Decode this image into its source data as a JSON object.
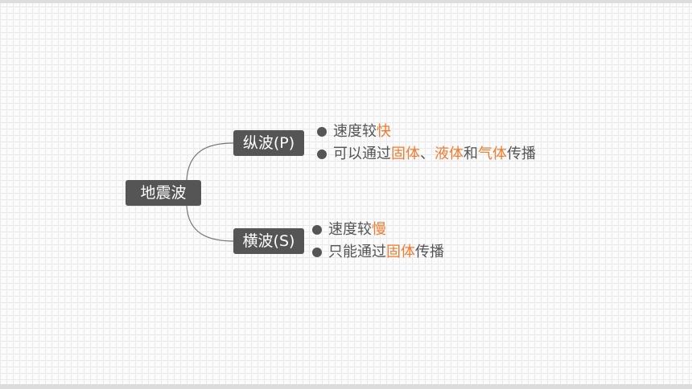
{
  "root": {
    "label": "地震波"
  },
  "branches": [
    {
      "label": "纵波(P)",
      "items": [
        [
          {
            "t": "速度较"
          },
          {
            "t": "快",
            "hl": true
          }
        ],
        [
          {
            "t": "可以通过"
          },
          {
            "t": "固体",
            "hl": true
          },
          {
            "t": "、"
          },
          {
            "t": "液体",
            "hl": true
          },
          {
            "t": "和"
          },
          {
            "t": "气体",
            "hl": true
          },
          {
            "t": "传播"
          }
        ]
      ]
    },
    {
      "label": "横波(S)",
      "items": [
        [
          {
            "t": "速度较"
          },
          {
            "t": "慢",
            "hl": true
          }
        ],
        [
          {
            "t": "只能通过"
          },
          {
            "t": "固体",
            "hl": true
          },
          {
            "t": "传播"
          }
        ]
      ]
    }
  ],
  "colors": {
    "node_bg": "#555555",
    "highlight": "#ee7c31",
    "text": "#555555"
  }
}
